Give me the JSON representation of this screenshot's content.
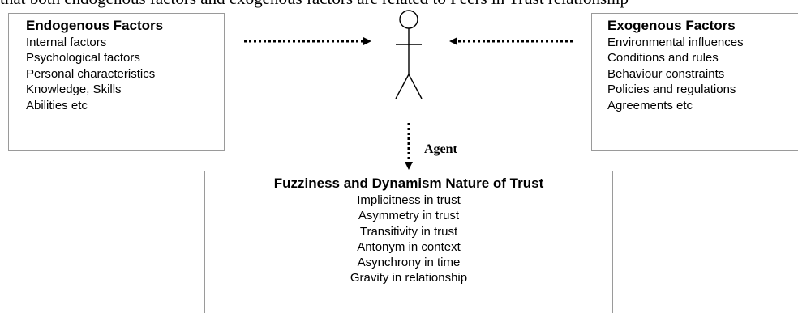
{
  "header_text": "that both endogenous factors and exogenous factors are related to Peers in Trust relationship",
  "endogenous": {
    "title": "Endogenous Factors",
    "items": [
      "Internal factors",
      "Psychological factors",
      "Personal characteristics",
      "Knowledge, Skills",
      "Abilities etc"
    ]
  },
  "exogenous": {
    "title": "Exogenous Factors",
    "items": [
      "Environmental influences",
      "Conditions and rules",
      "Behaviour constraints",
      "Policies and regulations",
      "Agreements etc"
    ]
  },
  "agent_label": "Agent",
  "trust": {
    "title": "Fuzziness and Dynamism Nature of Trust",
    "items": [
      "Implicitness in trust",
      "Asymmetry in trust",
      "Transitivity in trust",
      "Antonym in context",
      "Asynchrony in time",
      "Gravity in relationship"
    ]
  }
}
